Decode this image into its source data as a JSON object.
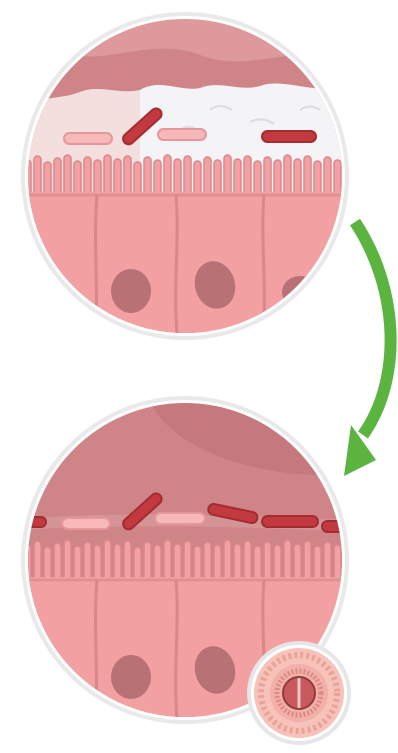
{
  "diagram": {
    "panels": [
      {
        "state": "intact-mucus-layer",
        "bacteria_count": 4,
        "cells": 4
      },
      {
        "state": "thinned-mucus-layer",
        "bacteria_count": 7,
        "cells": 4
      }
    ],
    "transition_arrow": {
      "color": "#5cb440",
      "direction": "down-left"
    },
    "inset": {
      "icon": "intestine-cross-section-icon"
    },
    "colors": {
      "background": "#ffffff",
      "lumen": "#c97c7f",
      "epithelium": "#f2a0a1",
      "cell_border": "#d9878b",
      "nucleus": "#b87175",
      "mucus": "#f4f4f6",
      "bacteria": "#c23a3f",
      "bacteria_pale": "#f6b8b8",
      "frame": "#ffffff"
    }
  }
}
